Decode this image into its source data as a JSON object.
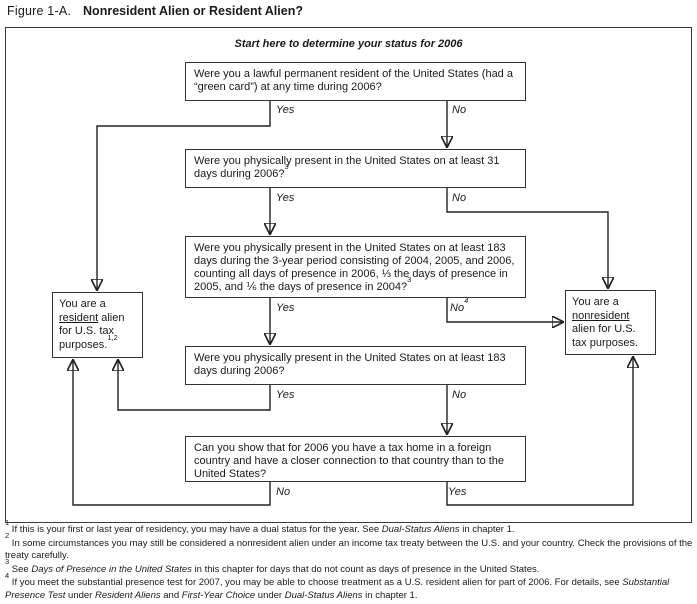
{
  "figure": {
    "label": "Figure 1-A.",
    "title": "Nonresident Alien or Resident Alien?"
  },
  "flow": {
    "start_instruction": "Start here to determine your status for 2006",
    "questions": [
      {
        "text": "Were you a lawful permanent resident of the United States (had a “green card”) at any time during 2006?",
        "left_label": "Yes",
        "right_label": "No"
      },
      {
        "text": "Were you physically present in the United States on at least 31 days during 2006?",
        "sup": "3",
        "left_label": "Yes",
        "right_label": "No"
      },
      {
        "text": "Were you physically present in the United States on at least 183 days during the 3-year period consisting of 2004, 2005, and 2006, counting all days of presence in 2006, ⅓ the days of presence in 2005, and ⅙ the days of presence in 2004?",
        "sup": "3",
        "left_label": "Yes",
        "right_label": "No",
        "right_label_sup": "4"
      },
      {
        "text": "Were you physically present in the United States on at least 183 days during 2006?",
        "left_label": "Yes",
        "right_label": "No"
      },
      {
        "text": "Can you show that for 2006 you have a tax home in a foreign country and have a closer connection to that country than to the United States?",
        "left_label": "No",
        "right_label": "Yes"
      }
    ],
    "outcomes": {
      "resident": {
        "prefix": "You are a ",
        "underlined": "resident",
        "suffix": " alien for U.S. tax purposes.",
        "sup": "1,2"
      },
      "nonresident": {
        "prefix": "You are a ",
        "underlined": "nonresident",
        "suffix": " alien for U.S. tax purposes."
      }
    }
  },
  "footnotes": [
    {
      "sup": "1",
      "t1": " If this is your first or last year of residency, you may have a dual status for the year. See ",
      "i1": "Dual-Status Aliens",
      "t2": " in chapter 1."
    },
    {
      "sup": "2",
      "t1": " In some circumstances you may still be considered a nonresident alien under an income tax treaty between the U.S. and your country. Check the provisions of the treaty carefully."
    },
    {
      "sup": "3",
      "t1": " See ",
      "i1": "Days of Presence in the United States",
      "t2": " in this chapter for days that do not count as days of presence in the United States."
    },
    {
      "sup": "4",
      "t1": " If you meet the substantial presence test for 2007, you may be able to choose treatment as a U.S. resident alien for part of 2006. For details, see ",
      "i1": "Substantial Presence Test",
      "t2": " under ",
      "i2": "Resident Aliens",
      "t3": " and ",
      "i3": "First-Year Choice",
      "t4": " under ",
      "i4": "Dual-Status Aliens",
      "t5": " in chapter 1."
    }
  ],
  "colors": {
    "ink": "#1a1a1a",
    "line": "#222222",
    "background": "#ffffff"
  }
}
